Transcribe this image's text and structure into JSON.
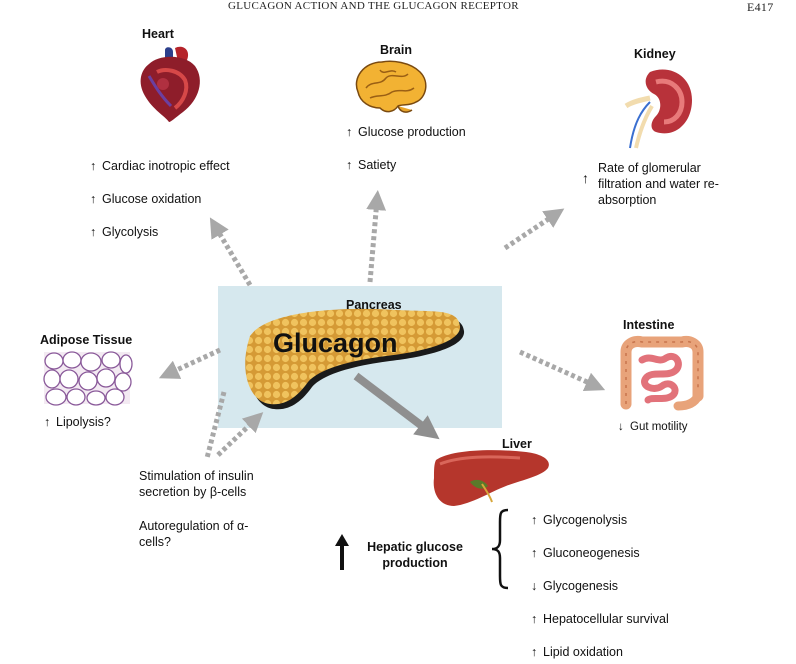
{
  "header": {
    "title": "GLUCAGON ACTION AND THE GLUCAGON RECEPTOR",
    "page": "E417"
  },
  "center": {
    "organ": "Pancreas",
    "hormone": "Glucagon"
  },
  "heart": {
    "title": "Heart",
    "effects": [
      {
        "dir": "up",
        "text": "Cardiac inotropic effect"
      },
      {
        "dir": "up",
        "text": "Glucose oxidation"
      },
      {
        "dir": "up",
        "text": "Glycolysis"
      }
    ]
  },
  "brain": {
    "title": "Brain",
    "effects": [
      {
        "dir": "up",
        "text": "Glucose production"
      },
      {
        "dir": "up",
        "text": "Satiety"
      }
    ]
  },
  "kidney": {
    "title": "Kidney",
    "effects": [
      {
        "dir": "up",
        "text": "Rate of glomerular filtration and water re-absorption"
      }
    ]
  },
  "adipose": {
    "title": "Adipose Tissue",
    "effects": [
      {
        "dir": "up",
        "text": "Lipolysis?"
      }
    ]
  },
  "intestine": {
    "title": "Intestine",
    "effects": [
      {
        "dir": "down",
        "text": "Gut motility"
      }
    ]
  },
  "pancreas_local": {
    "insulin": "Stimulation of insulin secretion by β-cells",
    "alpha": "Autoregulation of α-cells?"
  },
  "liver": {
    "title": "Liver",
    "hepatic": "Hepatic glucose production",
    "bracket_effects": [
      {
        "dir": "up",
        "text": "Glycogenolysis"
      },
      {
        "dir": "up",
        "text": "Gluconeogenesis"
      },
      {
        "dir": "down",
        "text": "Glycogenesis"
      }
    ],
    "other_effects": [
      {
        "dir": "up",
        "text": "Hepatocellular survival"
      },
      {
        "dir": "up",
        "text": "Lipid oxidation"
      }
    ]
  },
  "colors": {
    "panel": "#d6e8ee",
    "dotted_arrow": "#a8a8a8",
    "liver_arrow": "#8f8f8f",
    "pancreas": "#e3b04a"
  }
}
